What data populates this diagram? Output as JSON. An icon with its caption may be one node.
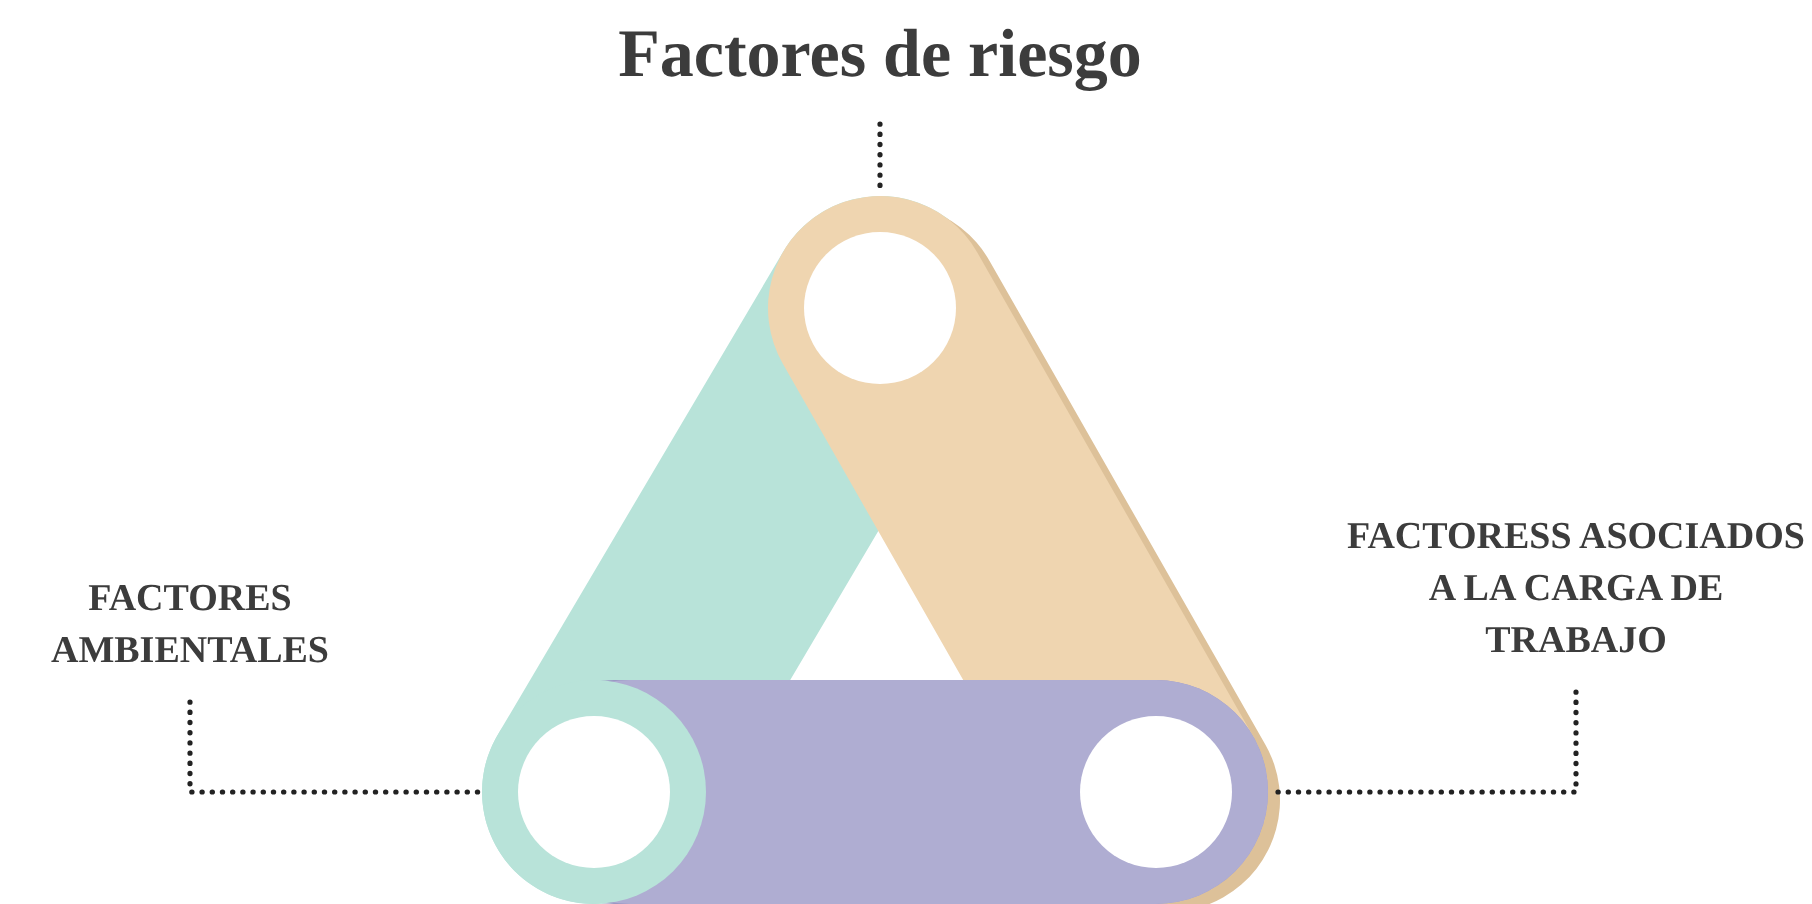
{
  "diagram": {
    "nodes": [
      {
        "text": [
          "Factores de riesgo"
        ]
      },
      {
        "text": [
          "FACTORES AMBIENTALES"
        ]
      },
      {
        "text": [
          "FACTORESS ASOCIADOS A LA CARGA DE TRABAJO"
        ]
      },
      {
        "text": [],
        "shape": "circle"
      },
      {
        "text": [],
        "shape": "circle"
      },
      {
        "text": [],
        "shape": "circle"
      }
    ],
    "edges": [
      {
        "from": 0,
        "to": 3,
        "arrow": "none",
        "style": "dashed"
      },
      {
        "from": 1,
        "to": 4,
        "arrow": "none",
        "style": "dashed"
      },
      {
        "from": 2,
        "to": 5,
        "arrow": "none",
        "style": "dashed"
      }
    ]
  }
}
